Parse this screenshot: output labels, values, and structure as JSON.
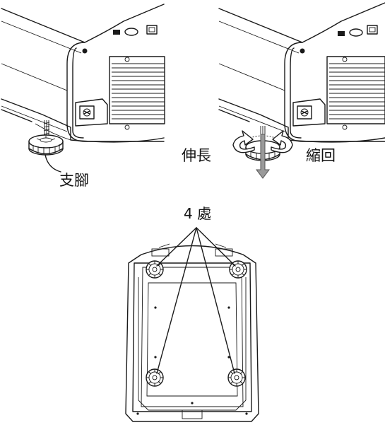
{
  "labels": {
    "foot": "支腳",
    "extend": "伸長",
    "retract": "縮回",
    "count": "4 處"
  },
  "colors": {
    "line": "#1a1a1a",
    "arrow_fill": "#9a9a9a",
    "background": "#ffffff"
  },
  "icons": [
    "extend-arrow-icon",
    "retract-arrow-icon",
    "down-arrow-icon",
    "power-inlet-icon"
  ]
}
